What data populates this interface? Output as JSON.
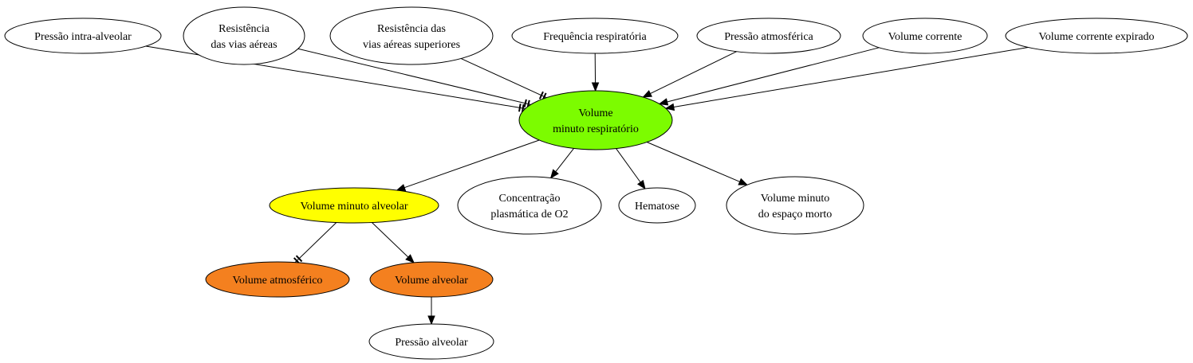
{
  "diagram": {
    "nodes": [
      {
        "id": "pressao_intra",
        "lines": [
          "Pressão intra-alveolar"
        ],
        "fill": "#ffffff"
      },
      {
        "id": "resist_vias",
        "lines": [
          "Resistência",
          "das vias aéreas"
        ],
        "fill": "#ffffff"
      },
      {
        "id": "resist_sup",
        "lines": [
          "Resistência das",
          "vias aéreas superiores"
        ],
        "fill": "#ffffff"
      },
      {
        "id": "freq_resp",
        "lines": [
          "Frequência respiratória"
        ],
        "fill": "#ffffff"
      },
      {
        "id": "pressao_atm",
        "lines": [
          "Pressão atmosférica"
        ],
        "fill": "#ffffff"
      },
      {
        "id": "vol_corrente",
        "lines": [
          "Volume corrente"
        ],
        "fill": "#ffffff"
      },
      {
        "id": "vol_corr_exp",
        "lines": [
          "Volume corrente expirado"
        ],
        "fill": "#ffffff"
      },
      {
        "id": "vol_min_resp",
        "lines": [
          "Volume",
          "minuto respiratório"
        ],
        "fill": "#7cfc00"
      },
      {
        "id": "vol_min_alv",
        "lines": [
          "Volume minuto alveolar"
        ],
        "fill": "#ffff00"
      },
      {
        "id": "conc_o2",
        "lines": [
          "Concentração",
          "plasmática de O2"
        ],
        "fill": "#ffffff"
      },
      {
        "id": "hematose",
        "lines": [
          "Hematose"
        ],
        "fill": "#ffffff"
      },
      {
        "id": "vol_esp_morto",
        "lines": [
          "Volume minuto",
          "do espaço morto"
        ],
        "fill": "#ffffff"
      },
      {
        "id": "vol_atm",
        "lines": [
          "Volume atmosférico"
        ],
        "fill": "#f4801f"
      },
      {
        "id": "vol_alv",
        "lines": [
          "Volume alveolar"
        ],
        "fill": "#f4801f"
      },
      {
        "id": "pressao_alv",
        "lines": [
          "Pressão alveolar"
        ],
        "fill": "#ffffff"
      }
    ],
    "edges": [
      {
        "from": "pressao_intra",
        "to": "vol_min_resp",
        "head": "tee"
      },
      {
        "from": "resist_vias",
        "to": "vol_min_resp",
        "head": "tee"
      },
      {
        "from": "resist_sup",
        "to": "vol_min_resp",
        "head": "tee"
      },
      {
        "from": "freq_resp",
        "to": "vol_min_resp",
        "head": "arrow"
      },
      {
        "from": "pressao_atm",
        "to": "vol_min_resp",
        "head": "arrow"
      },
      {
        "from": "vol_corrente",
        "to": "vol_min_resp",
        "head": "arrow"
      },
      {
        "from": "vol_corr_exp",
        "to": "vol_min_resp",
        "head": "arrow"
      },
      {
        "from": "vol_min_resp",
        "to": "vol_min_alv",
        "head": "arrow"
      },
      {
        "from": "vol_min_resp",
        "to": "conc_o2",
        "head": "arrow"
      },
      {
        "from": "vol_min_resp",
        "to": "hematose",
        "head": "arrow"
      },
      {
        "from": "vol_min_resp",
        "to": "vol_esp_morto",
        "head": "arrow"
      },
      {
        "from": "vol_min_alv",
        "to": "vol_atm",
        "head": "tee"
      },
      {
        "from": "vol_min_alv",
        "to": "vol_alv",
        "head": "arrow"
      },
      {
        "from": "vol_alv",
        "to": "pressao_alv",
        "head": "arrow"
      }
    ]
  }
}
